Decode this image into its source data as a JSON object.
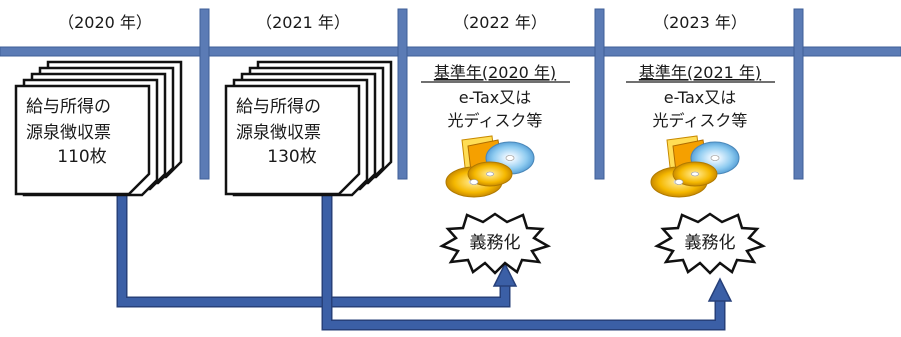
{
  "timeline": {
    "years": [
      "（2020 年）",
      "（2021 年）",
      "（2022 年）",
      "（2023 年）"
    ]
  },
  "documents": [
    {
      "lines": [
        "給与所得の",
        "源泉徴収票",
        "110枚"
      ]
    },
    {
      "lines": [
        "給与所得の",
        "源泉徴収票",
        "130枚"
      ]
    }
  ],
  "requirements": [
    {
      "base_year": "基準年(2020 年)",
      "line2": "e-Tax又は",
      "line3": "光ディスク等",
      "icon": "cd-disc-icon",
      "burst": "義務化"
    },
    {
      "base_year": "基準年(2021 年)",
      "line2": "e-Tax又は",
      "line3": "光ディスク等",
      "icon": "cd-disc-icon",
      "burst": "義務化"
    }
  ],
  "colors": {
    "axis": "#5b7bb5",
    "arrow": "#3b5fa6",
    "arrow_edge": "#27407a",
    "paper_stroke": "#111111",
    "text": "#1a1a1a"
  }
}
